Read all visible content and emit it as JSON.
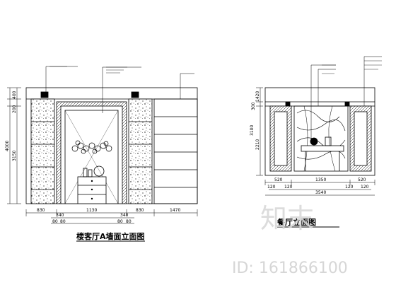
{
  "drawings": [
    {
      "title": "楼客厅A墙面立面图",
      "left_dims": [
        "400",
        "200",
        "4000",
        "3150"
      ],
      "bottom_dims_row1": [
        "830",
        "1130",
        "830",
        "1470"
      ],
      "bottom_dims_row2": [
        "340",
        "340"
      ],
      "bottom_dims_row3": [
        "80",
        "80",
        "80",
        "80"
      ]
    },
    {
      "title": "餐厅立面图",
      "left_dims": [
        "1420",
        "300",
        "3100",
        "2210"
      ],
      "bottom_dims_row1": [
        "520",
        "1350",
        "520"
      ],
      "bottom_dims_row2": [
        "3540"
      ],
      "bottom_dims_row3": [
        "120",
        "120",
        "120",
        "120"
      ]
    }
  ],
  "watermark": {
    "logo_text": "知末",
    "id_text": "ID: 161866100"
  },
  "colors": {
    "line": "#000000",
    "watermark": "#d0d0d0",
    "background": "#ffffff"
  }
}
